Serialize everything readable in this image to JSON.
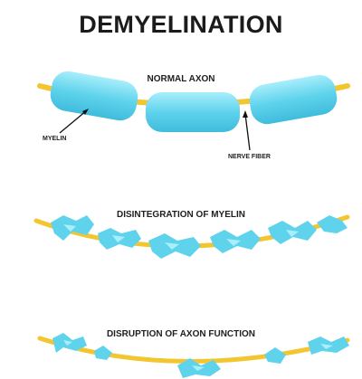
{
  "title": "DEMYELINATION",
  "sections": {
    "normal": {
      "label": "NORMAL AXON"
    },
    "disintegration": {
      "label": "DISINTEGRATION OF MYELIN"
    },
    "disruption": {
      "label": "DISRUPTION OF AXON FUNCTION"
    }
  },
  "callouts": {
    "myelin": "MYELIN",
    "nerve_fiber": "NERVE FIBER"
  },
  "colors": {
    "myelin": "#5fd3ec",
    "myelin_light": "#a8eefb",
    "axon": "#f3c630",
    "text": "#1f1f1f"
  }
}
